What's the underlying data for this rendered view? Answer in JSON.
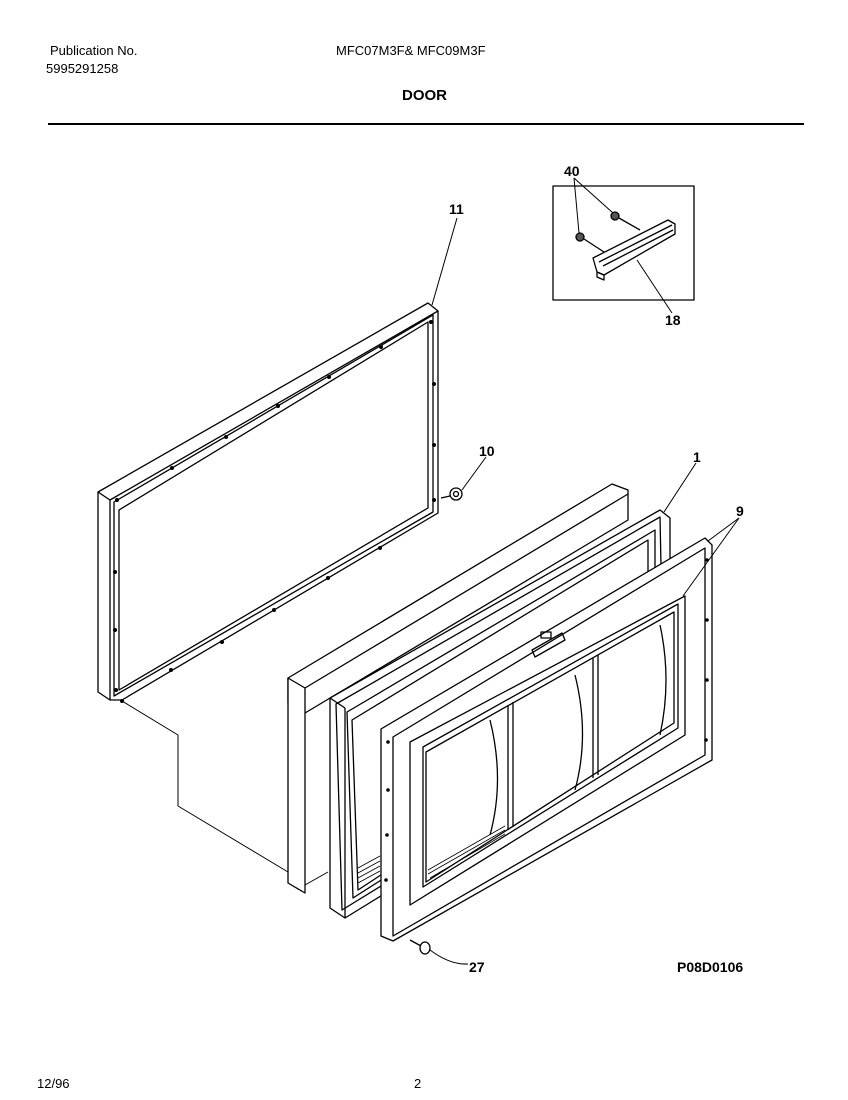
{
  "header": {
    "publication_label": "Publication No.",
    "publication_number": "5995291258",
    "models": "MFC07M3F& MFC09M3F",
    "title": "DOOR"
  },
  "callouts": {
    "c11": "11",
    "c10": "10",
    "c1": "1",
    "c9": "9",
    "c40": "40",
    "c18": "18",
    "c27": "27"
  },
  "drawing_code": "P08D0106",
  "footer": {
    "date": "12/96",
    "page": "2"
  }
}
